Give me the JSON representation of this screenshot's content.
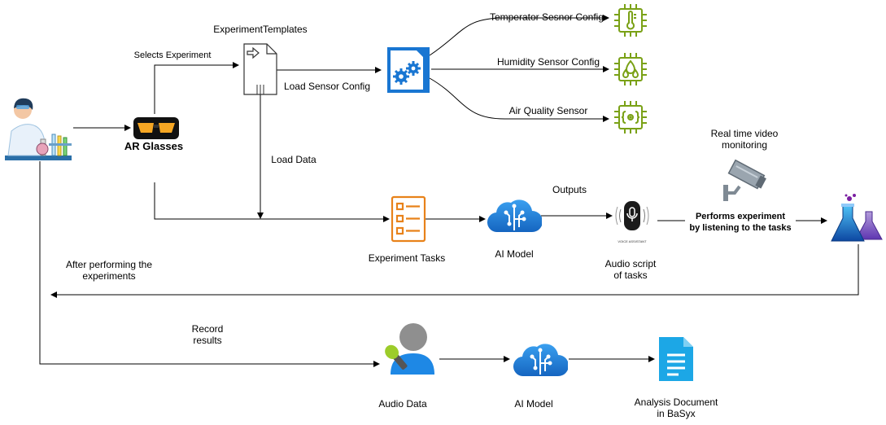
{
  "nodes": {
    "scientist": {
      "icon": "scientist-icon"
    },
    "ar_glasses": {
      "icon": "vr-glasses-icon",
      "label": "AR Glasses"
    },
    "templates": {
      "icon": "document-icon",
      "label": "ExperimentTemplates"
    },
    "config_app": {
      "icon": "gears-app-icon"
    },
    "temp_sensor": {
      "icon": "thermometer-chip-icon",
      "label": "Temperator Sesnor Config"
    },
    "humidity_sensor": {
      "icon": "humidity-chip-icon",
      "label": "Humidity Sensor Config"
    },
    "air_sensor": {
      "icon": "air-chip-icon",
      "label": "Air Quality Sensor"
    },
    "tasks": {
      "icon": "task-list-icon",
      "label": "Experiment Tasks"
    },
    "ai_model_1": {
      "icon": "cloud-ai-icon",
      "label": "AI Model"
    },
    "voice_assistant": {
      "icon": "smart-speaker-icon",
      "sublabel": "VOICE ASSISTANT",
      "label": "Audio script\nof tasks"
    },
    "camera": {
      "icon": "cctv-camera-icon",
      "label": "Real time video\nmonitoring"
    },
    "flasks": {
      "icon": "flask-icon"
    },
    "audio_data": {
      "icon": "person-microphone-icon",
      "label": "Audio Data"
    },
    "ai_model_2": {
      "icon": "cloud-ai-icon",
      "label": "AI Model"
    },
    "analysis_doc": {
      "icon": "file-document-icon",
      "label": "Analysis Document\nin BaSyx"
    }
  },
  "edges": {
    "selects_experiment": "Selects Experiment",
    "load_sensor_config": "Load Sensor Config",
    "load_data": "Load Data",
    "outputs": "Outputs",
    "performs_experiment": "Performs experiment\nby listening to the tasks",
    "after_performing": "After performing the\nexperiments",
    "record_results": "Record\nresults"
  },
  "colors": {
    "sensor_green": "#7aa116",
    "cloud_blue": "#1e88e5",
    "task_orange": "#e8821a",
    "config_blue": "#1976d2",
    "doc_blue": "#1ca7e6",
    "glasses_orange": "#f5a623"
  }
}
